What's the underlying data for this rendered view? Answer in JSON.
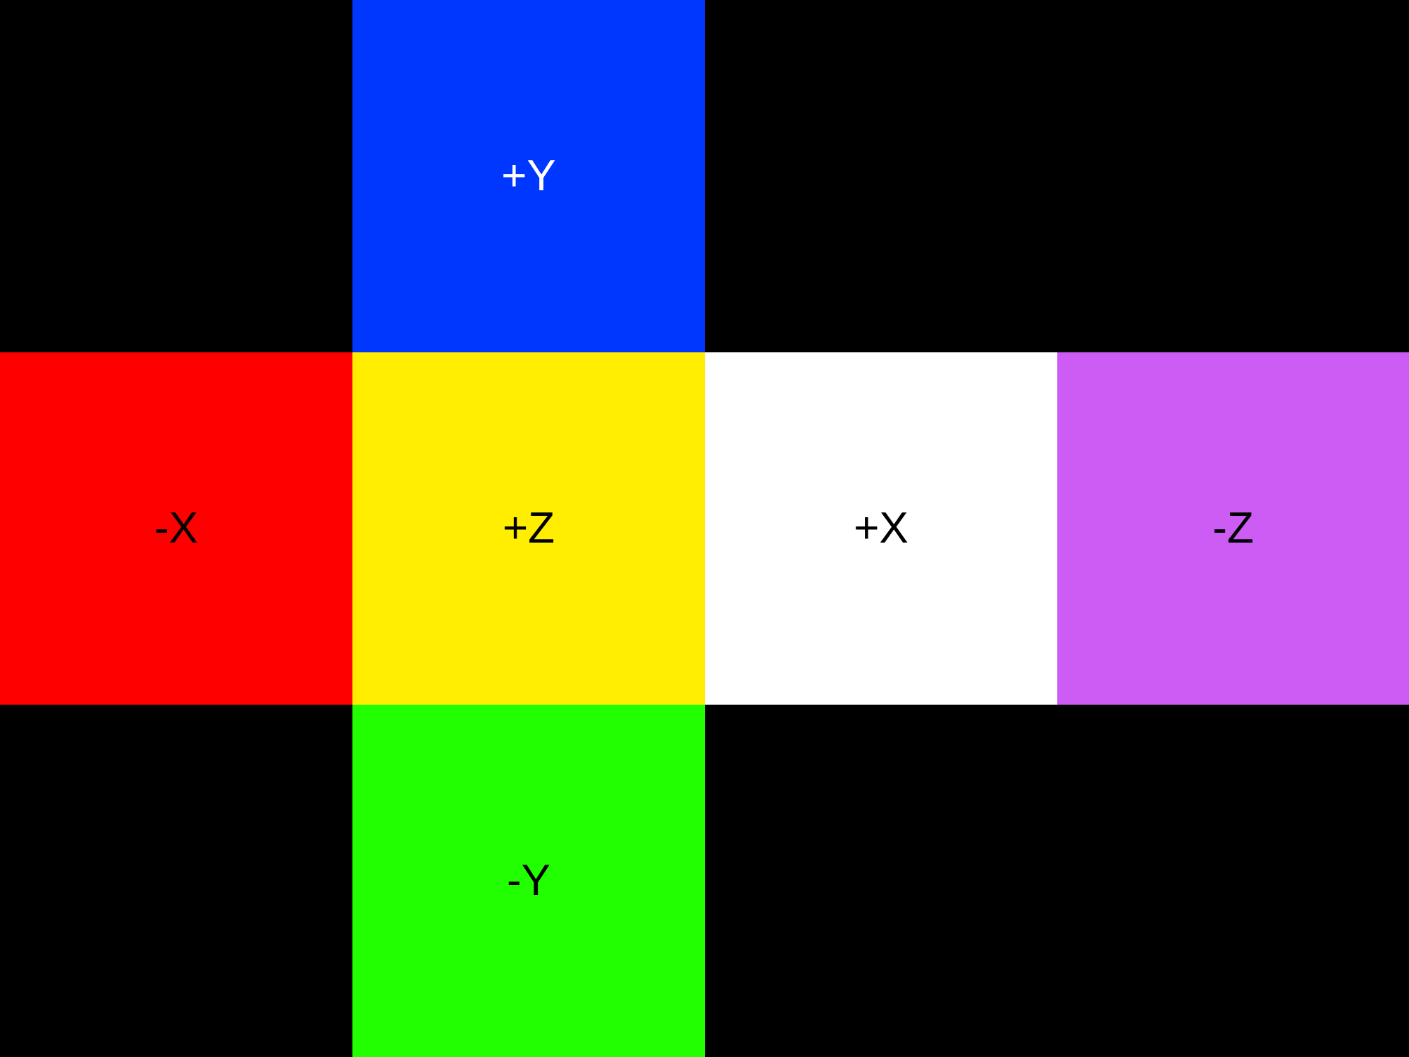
{
  "cubemap": {
    "rows": [
      [
        {
          "label": "",
          "color": "#000000",
          "text_color": "#000000"
        },
        {
          "label": "+Y",
          "color": "#0037FF",
          "text_color": "#FFFFFF"
        },
        {
          "label": "",
          "color": "#000000",
          "text_color": "#000000"
        },
        {
          "label": "",
          "color": "#000000",
          "text_color": "#000000"
        }
      ],
      [
        {
          "label": "-X",
          "color": "#FF0000",
          "text_color": "#000000"
        },
        {
          "label": "+Z",
          "color": "#FFEE00",
          "text_color": "#000000"
        },
        {
          "label": "+X",
          "color": "#FFFFFF",
          "text_color": "#000000"
        },
        {
          "label": "-Z",
          "color": "#CD5CF5",
          "text_color": "#000000"
        }
      ],
      [
        {
          "label": "",
          "color": "#000000",
          "text_color": "#000000"
        },
        {
          "label": "-Y",
          "color": "#22FF00",
          "text_color": "#000000"
        },
        {
          "label": "",
          "color": "#000000",
          "text_color": "#000000"
        },
        {
          "label": "",
          "color": "#000000",
          "text_color": "#000000"
        }
      ]
    ]
  }
}
